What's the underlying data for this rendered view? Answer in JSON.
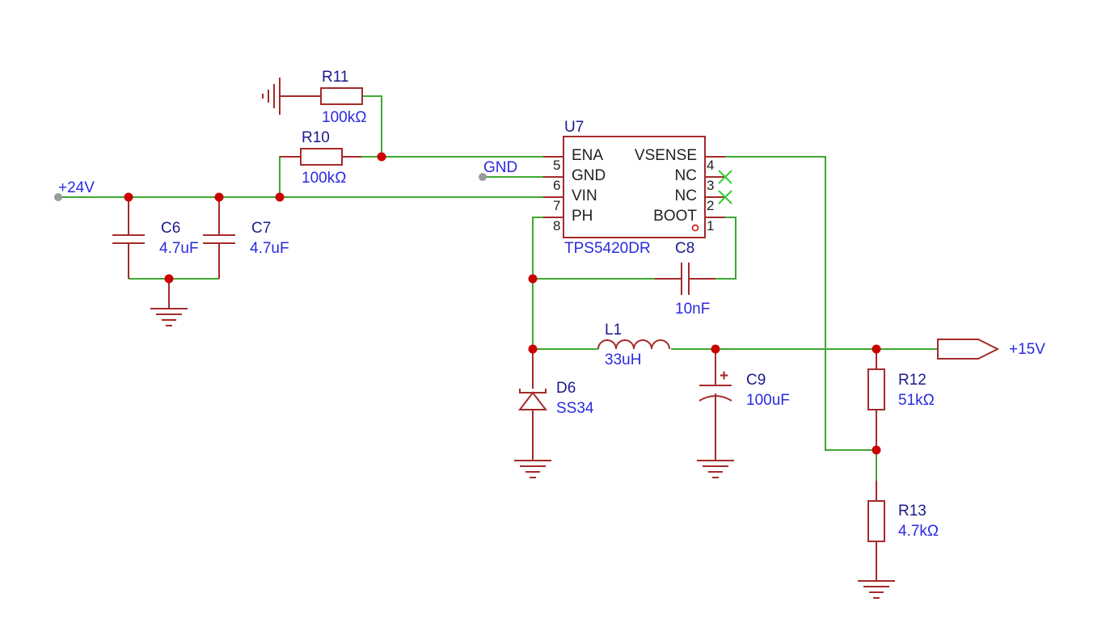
{
  "colors": {
    "wire": "#3ea832",
    "component": "#a52a2a",
    "junction": "#cc0000",
    "label": "#1a1a8c",
    "value": "#2a2ae0",
    "no_connect": "#33cc33"
  },
  "nets": {
    "vin": "+24V",
    "gnd": "GND",
    "vout": "+15V"
  },
  "components": {
    "r11": {
      "ref": "R11",
      "value": "100kΩ"
    },
    "r10": {
      "ref": "R10",
      "value": "100kΩ"
    },
    "c6": {
      "ref": "C6",
      "value": "4.7uF"
    },
    "c7": {
      "ref": "C7",
      "value": "4.7uF"
    },
    "c8": {
      "ref": "C8",
      "value": "10nF"
    },
    "l1": {
      "ref": "L1",
      "value": "33uH"
    },
    "d6": {
      "ref": "D6",
      "value": "SS34"
    },
    "c9": {
      "ref": "C9",
      "value": "100uF",
      "polarity": "+"
    },
    "r12": {
      "ref": "R12",
      "value": "51kΩ"
    },
    "r13": {
      "ref": "R13",
      "value": "4.7kΩ"
    },
    "u7": {
      "ref": "U7",
      "value": "TPS5420DR",
      "left_pins": [
        {
          "name": "ENA",
          "num": "5"
        },
        {
          "name": "GND",
          "num": "6"
        },
        {
          "name": "VIN",
          "num": "7"
        },
        {
          "name": "PH",
          "num": "8"
        }
      ],
      "right_pins": [
        {
          "name": "VSENSE",
          "num": "4"
        },
        {
          "name": "NC",
          "num": "3"
        },
        {
          "name": "NC",
          "num": "2"
        },
        {
          "name": "BOOT",
          "num": "1"
        }
      ]
    }
  }
}
